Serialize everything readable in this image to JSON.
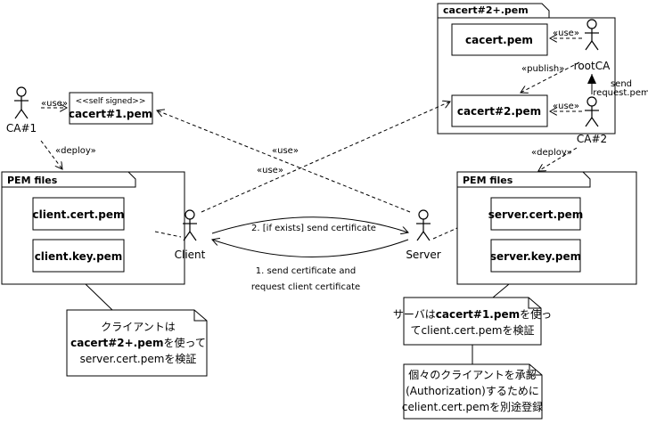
{
  "packages": {
    "cacert2plus": {
      "title": "cacert#2+.pem"
    },
    "pem_left": {
      "title": "PEM files"
    },
    "pem_right": {
      "title": "PEM files"
    }
  },
  "files": {
    "cacert": "cacert.pem",
    "cacert2": "cacert#2.pem",
    "cacert1": "cacert#1.pem",
    "cacert1_stereotype": "<<self signed>>",
    "client_cert": "client.cert.pem",
    "client_key": "client.key.pem",
    "server_cert": "server.cert.pem",
    "server_key": "server.key.pem"
  },
  "actors": {
    "ca1": "CA#1",
    "rootca": "rootCA",
    "ca2": "CA#2",
    "client": "Client",
    "server": "Server"
  },
  "labels": {
    "use_ca1": "«use»",
    "deploy_ca1": "«deploy»",
    "use_root": "«use»",
    "publish": "«publish»",
    "use_ca2": "«use»",
    "send_req_1": "send",
    "send_req_2": "request.pem",
    "deploy_ca2": "«deploy»",
    "use_server": "«use»",
    "use_client": "«use»",
    "msg2": "2. [if exists] send certificate",
    "msg1_1": "1. send certificate and",
    "msg1_2": "request client certificate"
  },
  "notes": {
    "left": {
      "line1": "クライアントは",
      "line2_bold": "cacert#2+.pem",
      "line2_rest": "を使って",
      "line3": "server.cert.pemを検証"
    },
    "right1": {
      "line1_pre": "サーバは",
      "line1_bold": "cacert#1.pem",
      "line1_post": "を使っ",
      "line2": "てclient.cert.pemを検証"
    },
    "right2": {
      "line1": "個々のクライアントを承認",
      "line2": "(Authorization)するために",
      "line3": "celient.cert.pemを別途登録"
    }
  }
}
